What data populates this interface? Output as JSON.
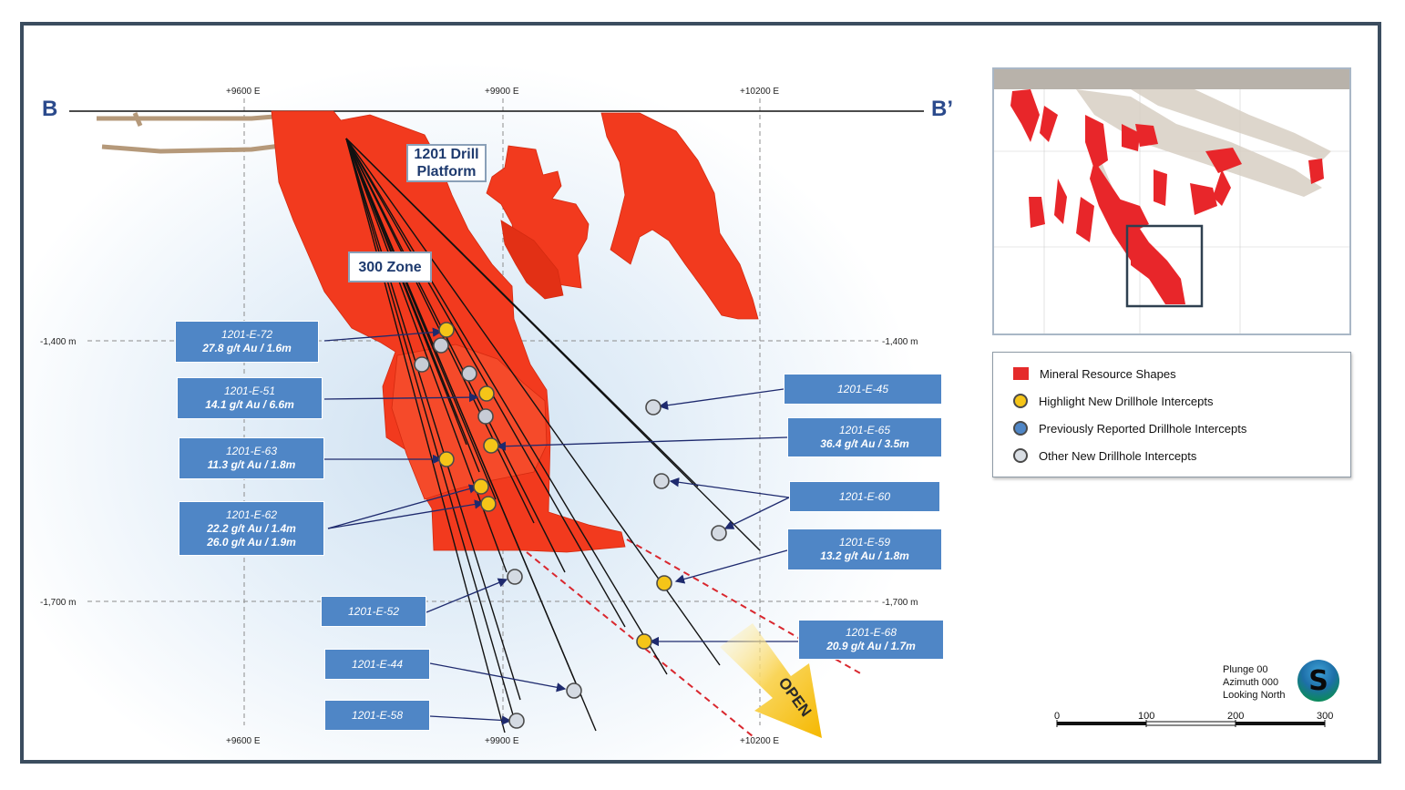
{
  "section": {
    "start_label": "B",
    "end_label": "B’",
    "easting_labels_top": [
      "+9600 E",
      "+9900 E",
      "+10200 E"
    ],
    "easting_labels_bottom": [
      "+9600 E",
      "+9900 E",
      "+10200 E"
    ],
    "elevation_labels_left": [
      "-1,400 m",
      "-1,700 m"
    ],
    "elevation_labels_right": [
      "-1,400 m",
      "-1,700 m"
    ],
    "zone_labels": {
      "platform_line1": "1201 Drill",
      "platform_line2": "Platform",
      "zone": "300 Zone"
    },
    "open_label": "OPEN"
  },
  "callouts": {
    "e72": {
      "id": "1201-E-72",
      "grade": "27.8 g/t Au / 1.6m"
    },
    "e51": {
      "id": "1201-E-51",
      "grade": "14.1 g/t Au / 6.6m"
    },
    "e63": {
      "id": "1201-E-63",
      "grade": "11.3 g/t Au / 1.8m"
    },
    "e62": {
      "id": "1201-E-62",
      "grade": "22.2 g/t Au / 1.4m",
      "grade2": "26.0 g/t Au / 1.9m"
    },
    "e52": {
      "id": "1201-E-52"
    },
    "e44": {
      "id": "1201-E-44"
    },
    "e58": {
      "id": "1201-E-58"
    },
    "e45": {
      "id": "1201-E-45"
    },
    "e65": {
      "id": "1201-E-65",
      "grade": "36.4 g/t Au / 3.5m"
    },
    "e60": {
      "id": "1201-E-60"
    },
    "e59": {
      "id": "1201-E-59",
      "grade": "13.2 g/t Au / 1.8m"
    },
    "e68": {
      "id": "1201-E-68",
      "grade": "20.9 g/t Au / 1.7m"
    }
  },
  "legend": {
    "items": [
      {
        "label": "Mineral Resource Shapes",
        "symbol": "red-square"
      },
      {
        "label": "Highlight New Drillhole Intercepts",
        "symbol": "yellow-circle"
      },
      {
        "label": "Previously Reported  Drillhole Intercepts",
        "symbol": "blue-circle"
      },
      {
        "label": "Other New Drillhole Intercepts",
        "symbol": "grey-circle"
      }
    ]
  },
  "orientation": {
    "plunge": "Plunge 00",
    "azimuth": "Azimuth 000",
    "view": "Looking North"
  },
  "scale_bar": {
    "ticks": [
      "0",
      "100",
      "200",
      "300"
    ]
  },
  "logo": {
    "letter": "S"
  },
  "colors": {
    "resource_red": "#f23a1e",
    "highlight_yellow": "#f5c518",
    "previous_blue": "#4f86c6",
    "other_grey": "#d4dae2",
    "callout_blue": "#4f86c6",
    "title_navy": "#2b4a8c"
  }
}
